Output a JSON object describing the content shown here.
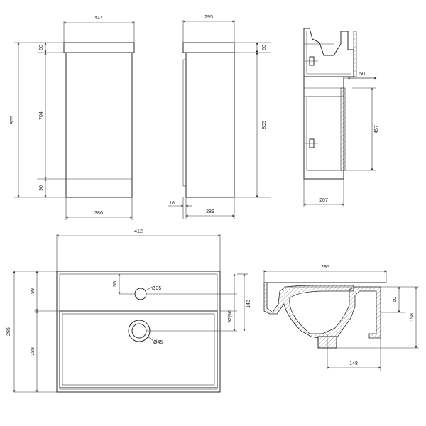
{
  "front_view": {
    "width": "414",
    "top": "60",
    "door": "704",
    "height": "865",
    "plinth": "90",
    "base": "386"
  },
  "side_view": {
    "depth": "295",
    "top": "60",
    "height": "805",
    "offset": "16",
    "base": "289"
  },
  "section_view": {
    "depth": "50",
    "shelf": "457",
    "base": "207"
  },
  "basin_plan": {
    "width": "412",
    "depth": "295",
    "rear": "99",
    "front": "189",
    "tap_offset": "55",
    "tap_hole": "Ø35",
    "hole_offset": "92|50",
    "bowl_depth": "148",
    "waste": "Ø45"
  },
  "basin_section": {
    "width": "295",
    "depth": "60",
    "height": "158",
    "waste_offset": "148"
  }
}
